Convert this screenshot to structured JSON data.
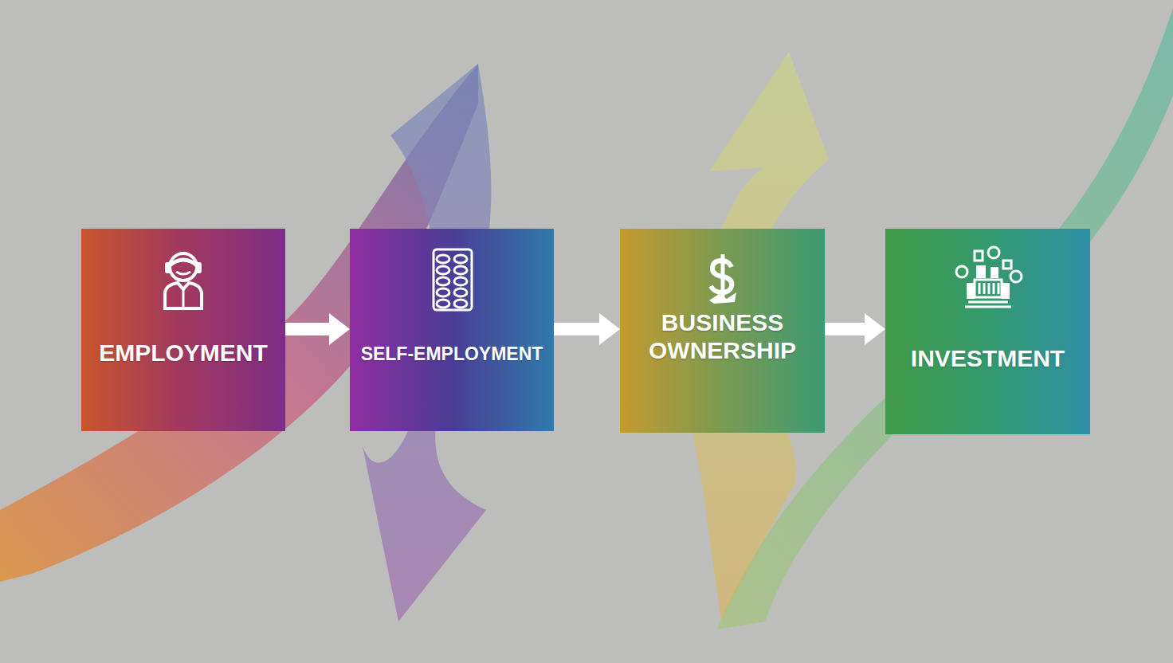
{
  "diagram": {
    "nodes": [
      {
        "text": [
          "EMPLOYMENT"
        ]
      },
      {
        "text": [
          "SELF-EMPLOYMENT"
        ]
      },
      {
        "text": [
          "BUSINESS OWNERSHIP"
        ]
      },
      {
        "text": [
          "INVESTMENT"
        ]
      }
    ],
    "edges": [
      {
        "from": 0,
        "to": 1,
        "arrow": "to"
      },
      {
        "from": 1,
        "to": 2,
        "arrow": "to"
      },
      {
        "from": 2,
        "to": 3,
        "arrow": "to"
      }
    ]
  }
}
